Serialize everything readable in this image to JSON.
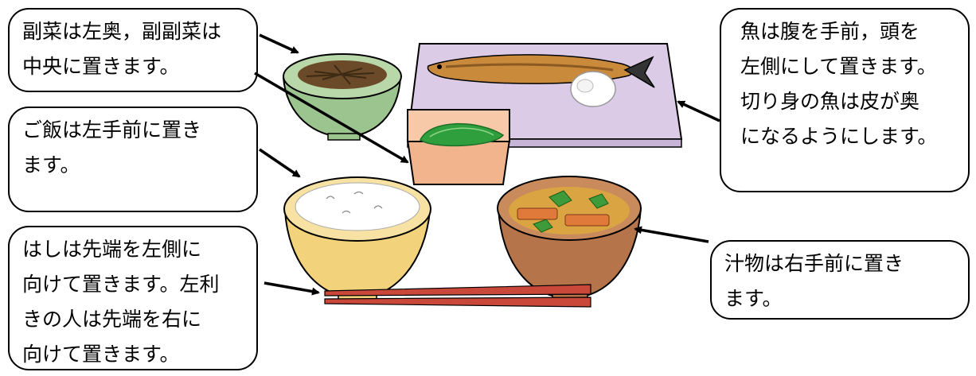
{
  "callouts": {
    "side_dishes": {
      "lines": [
        "副菜は左奥，副副菜は",
        "中央に置きます。"
      ]
    },
    "rice": {
      "lines": [
        "ご飯は左手前に置き",
        "ます。"
      ]
    },
    "chopsticks": {
      "lines": [
        "はしは先端を左側に",
        "向けて置きます。左利",
        "きの人は先端を右に",
        "向けて置きます。"
      ]
    },
    "fish": {
      "lines": [
        "魚は腹を手前，頭を",
        "左側にして置きます。",
        "切り身の魚は皮が奥",
        "になるようにします。"
      ]
    },
    "soup": {
      "lines": [
        "汁物は右手前に置き",
        "ます。"
      ]
    }
  },
  "illustration": {
    "items": [
      "side-dish-bowl",
      "fish-plate",
      "small-side-dish",
      "rice-bowl",
      "soup-bowl",
      "chopsticks"
    ],
    "colors": {
      "side_bowl": "#9cc48f",
      "plate": "#dccbe6",
      "fish": "#c98a3c",
      "small_dish": "#f2b48c",
      "greens": "#2f9e3c",
      "rice_bowl": "#f2d27a",
      "soup_bowl": "#b5744a",
      "soup": "#d9a441",
      "chopsticks": "#c9483a"
    }
  }
}
